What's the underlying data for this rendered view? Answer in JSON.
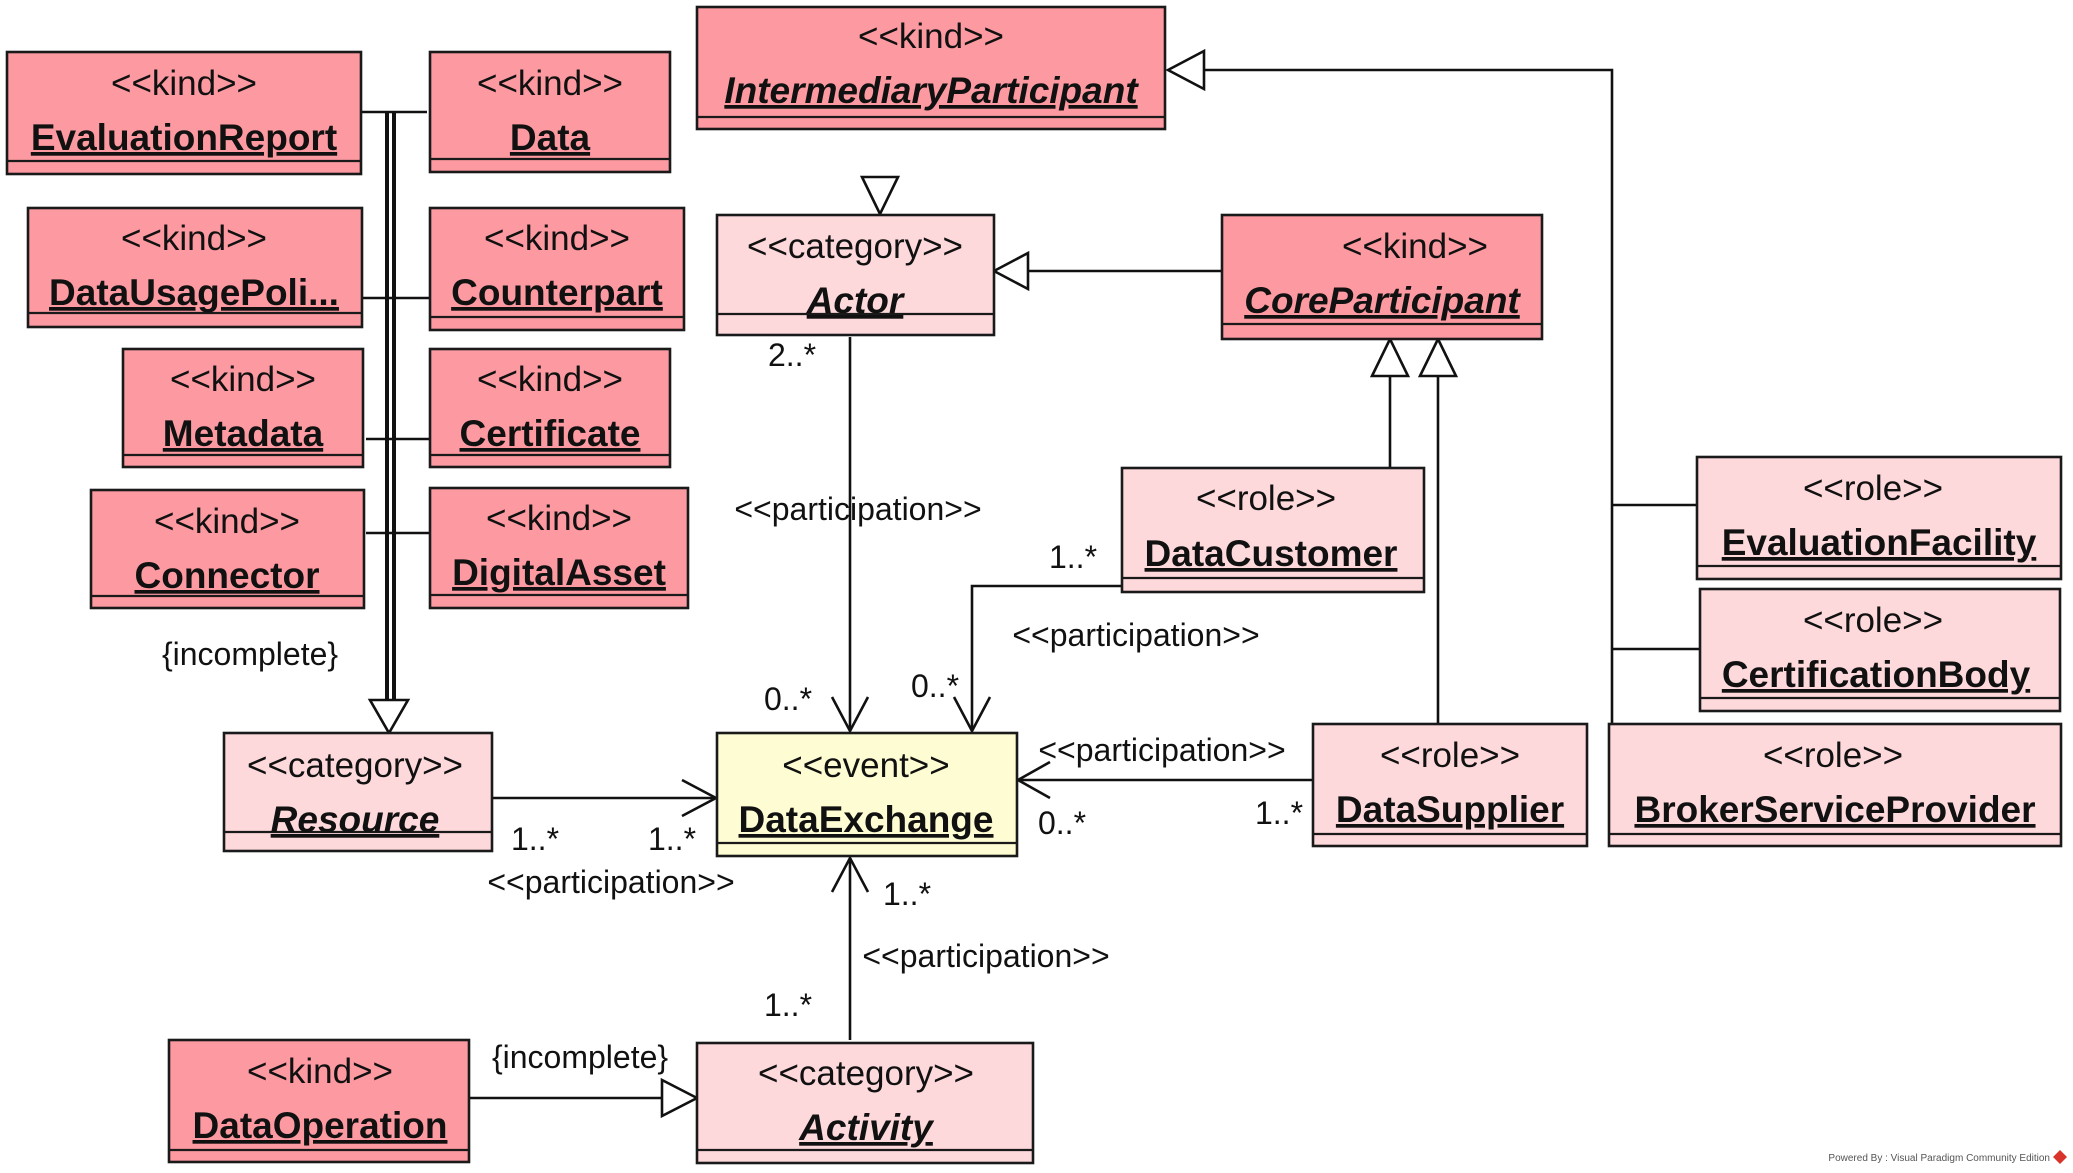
{
  "classes": {
    "evaluation_report": {
      "stereotype": "<<kind>>",
      "name": "EvaluationReport"
    },
    "data": {
      "stereotype": "<<kind>>",
      "name": "Data"
    },
    "data_usage_policy": {
      "stereotype": "<<kind>>",
      "name": "DataUsagePoli..."
    },
    "counterpart": {
      "stereotype": "<<kind>>",
      "name": "Counterpart"
    },
    "metadata": {
      "stereotype": "<<kind>>",
      "name": "Metadata"
    },
    "certificate": {
      "stereotype": "<<kind>>",
      "name": "Certificate"
    },
    "connector": {
      "stereotype": "<<kind>>",
      "name": "Connector"
    },
    "digital_asset": {
      "stereotype": "<<kind>>",
      "name": "DigitalAsset"
    },
    "intermediary_participant": {
      "stereotype": "<<kind>>",
      "name": "IntermediaryParticipant"
    },
    "actor": {
      "stereotype": "<<category>>",
      "name": "Actor"
    },
    "core_participant": {
      "stereotype": "<<kind>>",
      "name": "CoreParticipant"
    },
    "data_customer": {
      "stereotype": "<<role>>",
      "name": "DataCustomer"
    },
    "evaluation_facility": {
      "stereotype": "<<role>>",
      "name": "EvaluationFacility"
    },
    "certification_body": {
      "stereotype": "<<role>>",
      "name": "CertificationBody"
    },
    "data_supplier": {
      "stereotype": "<<role>>",
      "name": "DataSupplier"
    },
    "broker_service_provider": {
      "stereotype": "<<role>>",
      "name": "BrokerServiceProvider"
    },
    "resource": {
      "stereotype": "<<category>>",
      "name": "Resource"
    },
    "data_exchange": {
      "stereotype": "<<event>>",
      "name": "DataExchange"
    },
    "data_operation": {
      "stereotype": "<<kind>>",
      "name": "DataOperation"
    },
    "activity": {
      "stereotype": "<<category>>",
      "name": "Activity"
    }
  },
  "constraints": {
    "resource_set": "{incomplete}",
    "activity_set": "{incomplete}"
  },
  "associations": {
    "actor_exchange": {
      "label": "<<participation>>",
      "source_mult": "2..*",
      "target_mult": "0..*"
    },
    "customer_exchange": {
      "label": "<<participation>>",
      "source_mult": "1..*",
      "target_mult": "0..*"
    },
    "supplier_exchange": {
      "label": "<<participation>>",
      "source_mult": "1..*",
      "target_mult": "0..*"
    },
    "resource_exchange": {
      "label": "<<participation>>",
      "source_mult": "1..*",
      "target_mult": "1..*"
    },
    "activity_exchange": {
      "label": "<<participation>>",
      "source_mult": "1..*",
      "target_mult": "1..*"
    }
  },
  "footer": {
    "text": "Powered By : Visual Paradigm Community Edition"
  },
  "colors": {
    "kind": "#fd9aa1",
    "role": "#fed9dc",
    "category": "#fed9dc",
    "event": "#fefcd2"
  }
}
